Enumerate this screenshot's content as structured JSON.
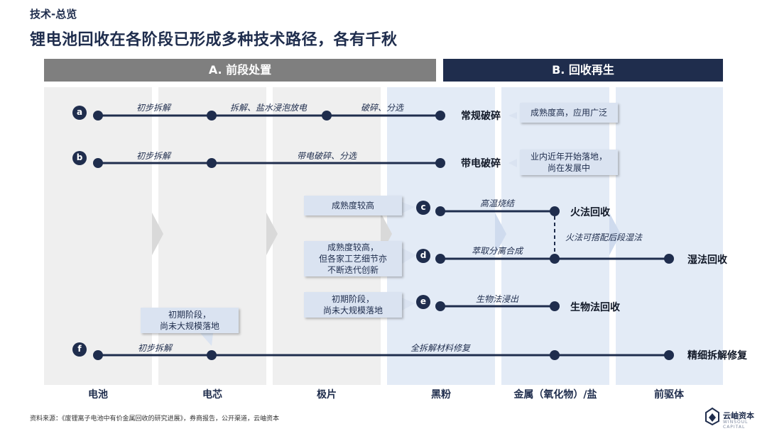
{
  "header": {
    "kicker": "技术-总览",
    "title": "锂电池回收在各阶段已形成多种技术路径，各有千秋"
  },
  "phases": {
    "a": "A. 前段处置",
    "b": "B. 回收再生"
  },
  "stages": [
    "电池",
    "电芯",
    "极片",
    "黑粉",
    "金属（氧化物）/盐",
    "前驱体"
  ],
  "routes": {
    "a": {
      "badge": "a",
      "steps": [
        "初步拆解",
        "拆解、盐水浸泡放电",
        "破碎、分选"
      ],
      "result": "常规破碎",
      "note": [
        "成熟度高，应用广泛"
      ]
    },
    "b": {
      "badge": "b",
      "steps": [
        "初步拆解",
        "带电破碎、分选"
      ],
      "result": "带电破碎",
      "note": [
        "业内近年开始落地，",
        "尚在发展中"
      ]
    },
    "c": {
      "badge": "c",
      "steps": [
        "高温烧结"
      ],
      "result": "火法回收",
      "note": [
        "成熟度较高"
      ],
      "link": "火法可搭配后段湿法"
    },
    "d": {
      "badge": "d",
      "steps": [
        "萃取分离合成"
      ],
      "result": "湿法回收",
      "note": [
        "成熟度较高，",
        "但各家工艺细节亦",
        "不断迭代创新"
      ]
    },
    "e": {
      "badge": "e",
      "steps": [
        "生物法浸出"
      ],
      "result": "生物法回收",
      "note": [
        "初期阶段，",
        "尚未大规模落地"
      ]
    },
    "f": {
      "badge": "f",
      "steps": [
        "初步拆解",
        "全拆解材料修复"
      ],
      "result": "精细拆解修复",
      "note": [
        "初期阶段，",
        "尚未大规模落地"
      ]
    }
  },
  "footer": {
    "source": "资料来源：《废锂离子电池中有价金属回收的研究进展》，券商报告，公开渠道，云岫资本"
  },
  "brand": {
    "name": "云岫资本",
    "sub": "WINSOUL CAPITAL"
  },
  "colors": {
    "navy": "#1f2d4d",
    "gray_header": "#7f7f7f",
    "stage_gray": "#efefef",
    "stage_blue": "#e3ebf6",
    "note_bg": "#dae3f1"
  }
}
